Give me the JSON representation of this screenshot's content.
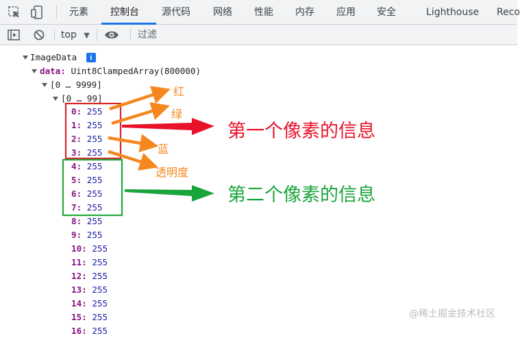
{
  "tabs": [
    {
      "label": "元素"
    },
    {
      "label": "控制台",
      "active": true
    },
    {
      "label": "源代码"
    },
    {
      "label": "网络"
    },
    {
      "label": "性能"
    },
    {
      "label": "内存"
    },
    {
      "label": "应用"
    },
    {
      "label": "安全"
    },
    {
      "label": "Lighthouse"
    },
    {
      "label": "Reco"
    }
  ],
  "toolbar": {
    "context": "top",
    "filter_placeholder": "过滤"
  },
  "console": {
    "root_label": "ImageData",
    "data_key": "data",
    "data_value": "Uint8ClampedArray(800000)",
    "range_outer": "[0 … 9999]",
    "range_inner": "[0 … 99]",
    "entries": [
      {
        "index": "0",
        "value": "255"
      },
      {
        "index": "1",
        "value": "255"
      },
      {
        "index": "2",
        "value": "255"
      },
      {
        "index": "3",
        "value": "255"
      },
      {
        "index": "4",
        "value": "255"
      },
      {
        "index": "5",
        "value": "255"
      },
      {
        "index": "6",
        "value": "255"
      },
      {
        "index": "7",
        "value": "255"
      },
      {
        "index": "8",
        "value": "255"
      },
      {
        "index": "9",
        "value": "255"
      },
      {
        "index": "10",
        "value": "255"
      },
      {
        "index": "11",
        "value": "255"
      },
      {
        "index": "12",
        "value": "255"
      },
      {
        "index": "13",
        "value": "255"
      },
      {
        "index": "14",
        "value": "255"
      },
      {
        "index": "15",
        "value": "255"
      },
      {
        "index": "16",
        "value": "255"
      }
    ]
  },
  "annotations": {
    "first_pixel": "第一个像素的信息",
    "second_pixel": "第二个像素的信息",
    "red": "红",
    "green": "绿",
    "blue": "蓝",
    "alpha": "透明度"
  },
  "watermark": "@稀土掘金技术社区",
  "colors": {
    "first_box": "#d9262c",
    "second_box": "#20a83a",
    "orange_arrow": "#f5871f",
    "red_arrow": "#e8132a",
    "green_arrow": "#1aa53c",
    "active_tab": "#1a73e8"
  }
}
